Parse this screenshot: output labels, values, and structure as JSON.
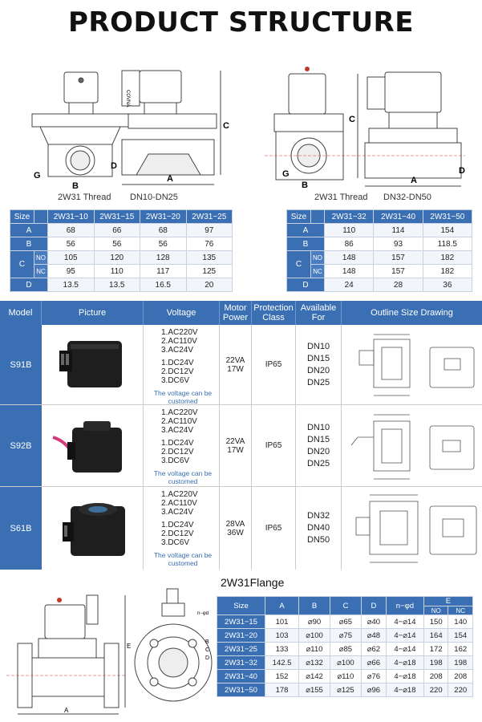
{
  "title": "PRODUCT STRUCTURE",
  "drawing_labels": {
    "A": "A",
    "B": "B",
    "C": "C",
    "D": "D",
    "G": "G",
    "brand": "COVNA",
    "nphi": "n−φd",
    "E": "E"
  },
  "left_caption": {
    "series": "2W31 Thread",
    "range": "DN10-DN25"
  },
  "right_caption": {
    "series": "2W31 Thread",
    "range": "DN32-DN50"
  },
  "left_table": {
    "headers": [
      "Size",
      "2W31−10",
      "2W31−15",
      "2W31−20",
      "2W31−25"
    ],
    "rows": [
      {
        "label": "A",
        "values": [
          "68",
          "66",
          "68",
          "97"
        ]
      },
      {
        "label": "B",
        "values": [
          "56",
          "56",
          "56",
          "76"
        ]
      },
      {
        "label": "C",
        "sub": "NO",
        "values": [
          "105",
          "120",
          "128",
          "135"
        ]
      },
      {
        "label": "",
        "sub": "NC",
        "values": [
          "95",
          "110",
          "117",
          "125"
        ]
      },
      {
        "label": "D",
        "values": [
          "13.5",
          "13.5",
          "16.5",
          "20"
        ]
      }
    ]
  },
  "right_table": {
    "headers": [
      "Size",
      "2W31−32",
      "2W31−40",
      "2W31−50"
    ],
    "rows": [
      {
        "label": "A",
        "values": [
          "110",
          "114",
          "154"
        ]
      },
      {
        "label": "B",
        "values": [
          "86",
          "93",
          "118.5"
        ]
      },
      {
        "label": "C",
        "sub": "NO",
        "values": [
          "148",
          "157",
          "182"
        ]
      },
      {
        "label": "",
        "sub": "NC",
        "values": [
          "148",
          "157",
          "182"
        ]
      },
      {
        "label": "D",
        "values": [
          "24",
          "28",
          "36"
        ]
      }
    ]
  },
  "model_table": {
    "headers": [
      "Model",
      "Picture",
      "Voltage",
      "Motor Power",
      "Protection Class",
      "Available For",
      "Outline Size Drawing"
    ],
    "note": "The voltage can be customed",
    "rows": [
      {
        "model": "S91B",
        "ac": [
          "1.AC220V",
          "2.AC110V",
          "3.AC24V"
        ],
        "dc": [
          "1.DC24V",
          "2.DC12V",
          "3.DC6V"
        ],
        "power": [
          "22VA",
          "17W"
        ],
        "protection": "IP65",
        "dn": [
          "DN10",
          "DN15",
          "DN20",
          "DN25"
        ]
      },
      {
        "model": "S92B",
        "ac": [
          "1.AC220V",
          "2.AC110V",
          "3.AC24V"
        ],
        "dc": [
          "1.DC24V",
          "2.DC12V",
          "3.DC6V"
        ],
        "power": [
          "22VA",
          "17W"
        ],
        "protection": "IP65",
        "dn": [
          "DN10",
          "DN15",
          "DN20",
          "DN25"
        ]
      },
      {
        "model": "S61B",
        "ac": [
          "1.AC220V",
          "2.AC110V",
          "3.AC24V"
        ],
        "dc": [
          "1.DC24V",
          "2.DC12V",
          "3.DC6V"
        ],
        "power": [
          "28VA",
          "36W"
        ],
        "protection": "IP65",
        "dn": [
          "DN32",
          "DN40",
          "DN50"
        ]
      }
    ]
  },
  "flange_title": "2W31Flange",
  "flange_table": {
    "headers": [
      "Size",
      "A",
      "B",
      "C",
      "D",
      "n−φd",
      "E"
    ],
    "subheaders": [
      "NO",
      "NC"
    ],
    "rows": [
      [
        "2W31−15",
        "101",
        "⌀90",
        "⌀65",
        "⌀40",
        "4−⌀14",
        "150",
        "140"
      ],
      [
        "2W31−20",
        "103",
        "⌀100",
        "⌀75",
        "⌀48",
        "4−⌀14",
        "164",
        "154"
      ],
      [
        "2W31−25",
        "133",
        "⌀110",
        "⌀85",
        "⌀62",
        "4−⌀14",
        "172",
        "162"
      ],
      [
        "2W31−32",
        "142.5",
        "⌀132",
        "⌀100",
        "⌀66",
        "4−⌀18",
        "198",
        "198"
      ],
      [
        "2W31−40",
        "152",
        "⌀142",
        "⌀110",
        "⌀76",
        "4−⌀18",
        "208",
        "208"
      ],
      [
        "2W31−50",
        "178",
        "⌀155",
        "⌀125",
        "⌀96",
        "4−⌀18",
        "220",
        "220"
      ]
    ]
  }
}
